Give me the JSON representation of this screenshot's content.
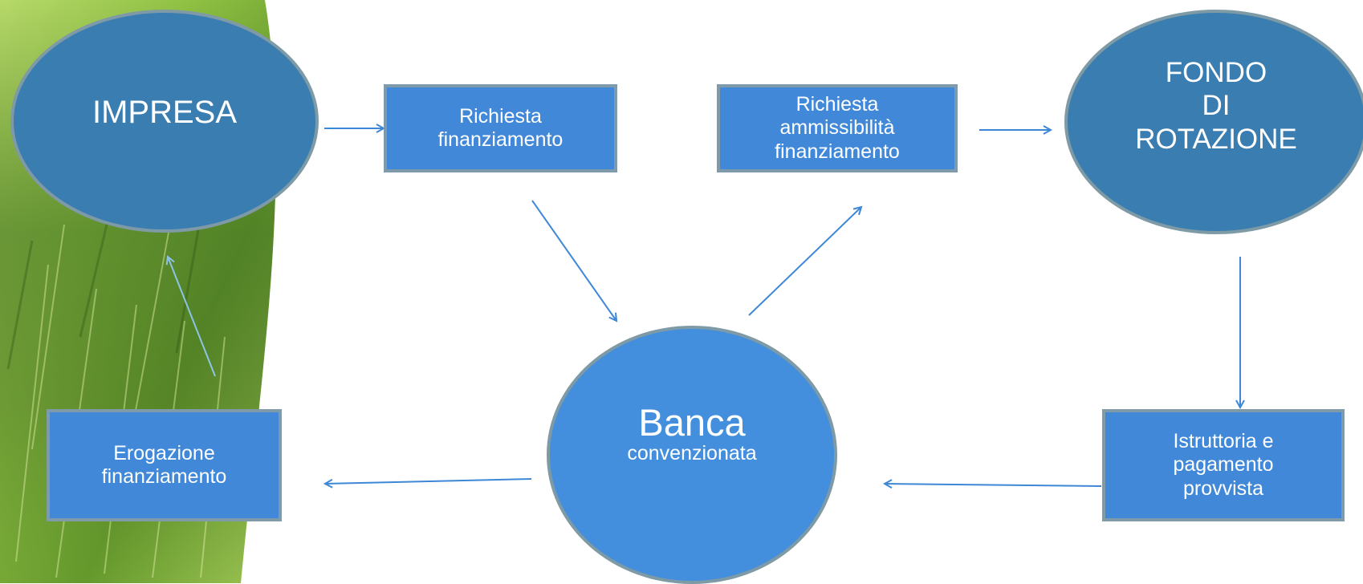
{
  "colors": {
    "ellipse_dark": "#3a7db0",
    "ellipse_light": "#438fdd",
    "box_fill": "#4189d8",
    "outline": "#7f9aa8",
    "arrow": "#3e87d6",
    "arrow_light": "#8ec3e6",
    "text": "#ffffff"
  },
  "nodes": {
    "impresa": {
      "label": "IMPRESA"
    },
    "fondo": {
      "lines": [
        "FONDO",
        "DI",
        "ROTAZIONE"
      ]
    },
    "banca": {
      "title": "Banca",
      "subtitle": "convenzionata"
    },
    "richiesta_finanziamento": {
      "lines": [
        "Richiesta",
        "finanziamento"
      ]
    },
    "richiesta_ammissibilita": {
      "lines": [
        "Richiesta",
        "ammissibilità",
        "finanziamento"
      ]
    },
    "istruttoria": {
      "lines": [
        "Istruttoria e",
        "pagamento",
        "provvista"
      ]
    },
    "erogazione": {
      "lines": [
        "Erogazione",
        "finanziamento"
      ]
    }
  }
}
